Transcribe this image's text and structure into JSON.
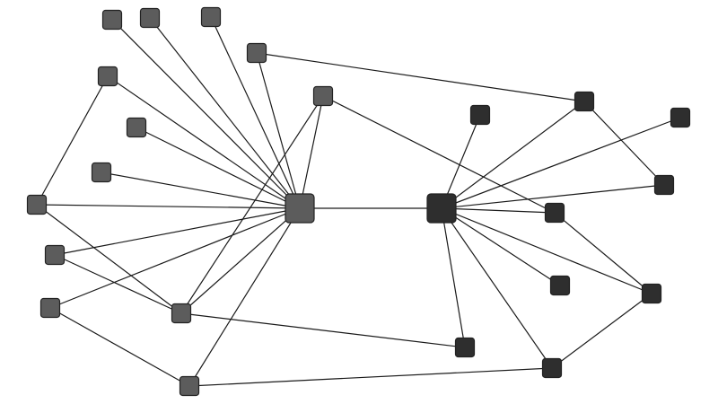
{
  "diagram": {
    "type": "network-graph",
    "colors": {
      "background": "#ffffff",
      "edge": "#1a1a1a",
      "left_cluster_node": "#5c5c5c",
      "right_cluster_node": "#2e2e2e",
      "node_border": "#222222"
    },
    "nodes": [
      {
        "id": "H1",
        "group": "left",
        "hub": true
      },
      {
        "id": "H2",
        "group": "right",
        "hub": true
      },
      {
        "id": "a",
        "group": "left"
      },
      {
        "id": "b",
        "group": "left"
      },
      {
        "id": "c",
        "group": "left"
      },
      {
        "id": "d",
        "group": "left"
      },
      {
        "id": "e",
        "group": "left"
      },
      {
        "id": "f",
        "group": "left"
      },
      {
        "id": "g",
        "group": "left"
      },
      {
        "id": "h",
        "group": "left"
      },
      {
        "id": "i",
        "group": "left"
      },
      {
        "id": "j",
        "group": "left"
      },
      {
        "id": "k",
        "group": "left"
      },
      {
        "id": "l",
        "group": "left"
      },
      {
        "id": "m",
        "group": "left"
      },
      {
        "id": "n",
        "group": "right"
      },
      {
        "id": "o",
        "group": "right"
      },
      {
        "id": "p",
        "group": "right"
      },
      {
        "id": "q",
        "group": "right"
      },
      {
        "id": "r",
        "group": "right"
      },
      {
        "id": "s",
        "group": "right"
      },
      {
        "id": "t",
        "group": "right"
      },
      {
        "id": "u",
        "group": "right"
      },
      {
        "id": "v",
        "group": "right"
      }
    ],
    "edges": [
      [
        "H1",
        "H2"
      ],
      [
        "H1",
        "a"
      ],
      [
        "H1",
        "b"
      ],
      [
        "H1",
        "c"
      ],
      [
        "H1",
        "d"
      ],
      [
        "H1",
        "e"
      ],
      [
        "H1",
        "f"
      ],
      [
        "H1",
        "g"
      ],
      [
        "H1",
        "h"
      ],
      [
        "H1",
        "i"
      ],
      [
        "H1",
        "j"
      ],
      [
        "H1",
        "k"
      ],
      [
        "H1",
        "l"
      ],
      [
        "H1",
        "m"
      ],
      [
        "e",
        "i"
      ],
      [
        "i",
        "l"
      ],
      [
        "j",
        "l"
      ],
      [
        "k",
        "m"
      ],
      [
        "l",
        "f"
      ],
      [
        "l",
        "u"
      ],
      [
        "m",
        "v"
      ],
      [
        "d",
        "n"
      ],
      [
        "f",
        "r"
      ],
      [
        "H2",
        "o"
      ],
      [
        "H2",
        "n"
      ],
      [
        "H2",
        "p"
      ],
      [
        "H2",
        "q"
      ],
      [
        "H2",
        "r"
      ],
      [
        "H2",
        "s"
      ],
      [
        "H2",
        "t"
      ],
      [
        "H2",
        "u"
      ],
      [
        "H2",
        "v"
      ],
      [
        "n",
        "q"
      ],
      [
        "r",
        "t"
      ],
      [
        "t",
        "v"
      ]
    ]
  }
}
